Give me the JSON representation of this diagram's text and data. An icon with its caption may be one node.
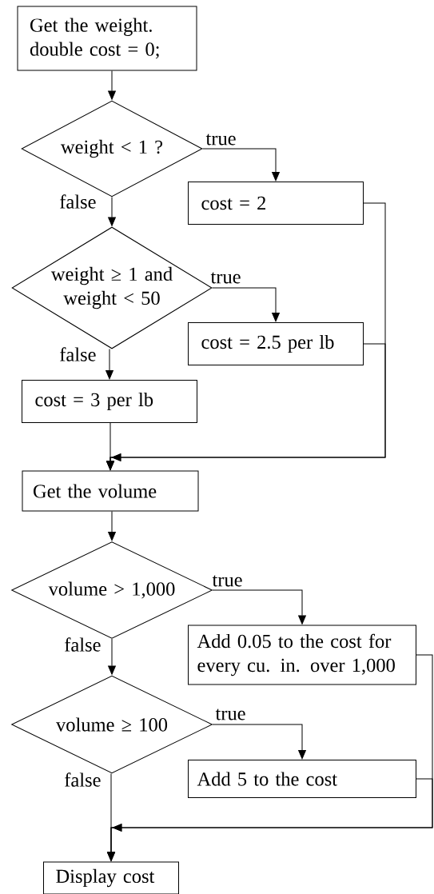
{
  "diagram": {
    "nodes": [
      {
        "text": [
          "Get the weight.",
          "double cost = 0;"
        ]
      },
      {
        "text": [
          "weight < 1 ?"
        ]
      },
      {
        "text": [
          "cost = 2"
        ]
      },
      {
        "text": [
          "weight ≥ 1 and weight < 50"
        ]
      },
      {
        "text": [
          "cost = 2.5 per lb"
        ]
      },
      {
        "text": [
          "cost = 3 per lb"
        ]
      },
      {
        "text": [
          "Get the volume"
        ]
      },
      {
        "text": [
          "volume > 1,000"
        ]
      },
      {
        "text": [
          "Add 0.05 to the cost for every cu. in. over 1,000"
        ]
      },
      {
        "text": [
          "volume ≥ 100"
        ]
      },
      {
        "text": [
          "Add 5 to the cost"
        ]
      },
      {
        "text": [
          "Display cost"
        ]
      }
    ],
    "edges": [
      {
        "from": 0,
        "to": 1,
        "arrow": "to"
      },
      {
        "from": 1,
        "to": 2,
        "arrow": "to",
        "label": "true"
      },
      {
        "from": 1,
        "to": 3,
        "arrow": "to",
        "label": "false"
      },
      {
        "from": 3,
        "to": 4,
        "arrow": "to",
        "label": "true"
      },
      {
        "from": 3,
        "to": 5,
        "arrow": "to",
        "label": "false"
      },
      {
        "from": 2,
        "to": 6,
        "arrow": "to"
      },
      {
        "from": 4,
        "to": 6,
        "arrow": "to"
      },
      {
        "from": 5,
        "to": 6,
        "arrow": "to"
      },
      {
        "from": 6,
        "to": 7,
        "arrow": "to"
      },
      {
        "from": 7,
        "to": 8,
        "arrow": "to",
        "label": "true"
      },
      {
        "from": 7,
        "to": 9,
        "arrow": "to",
        "label": "false"
      },
      {
        "from": 9,
        "to": 10,
        "arrow": "to",
        "label": "true"
      },
      {
        "from": 8,
        "to": 11,
        "arrow": "to"
      },
      {
        "from": 10,
        "to": 11,
        "arrow": "to"
      },
      {
        "from": 9,
        "to": 11,
        "arrow": "to",
        "label": "false"
      }
    ]
  }
}
